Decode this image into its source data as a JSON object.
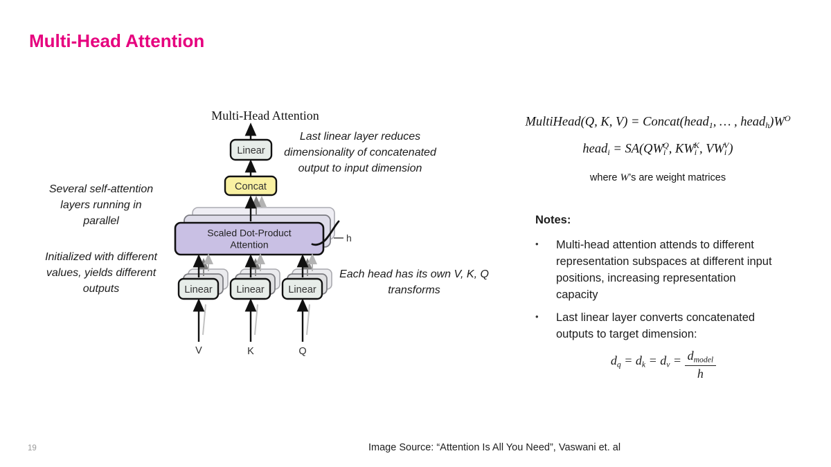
{
  "slide": {
    "title": "Multi-Head Attention",
    "page_number": "19",
    "source": "Image Source: “Attention Is All You Need”, Vaswani et. al"
  },
  "colors": {
    "title_pink": "#e6007e",
    "attention_purple": "#c9c0e4",
    "concat_yellow": "#f9f1a2",
    "linear_box": "#e7ede9"
  },
  "diagram": {
    "title": "Multi-Head Attention",
    "linear_top": "Linear",
    "concat": "Concat",
    "attention_line1": "Scaled Dot-Product",
    "attention_line2": "Attention",
    "h_label": "h",
    "linear_bottom": [
      "Linear",
      "Linear",
      "Linear"
    ],
    "inputs": [
      "V",
      "K",
      "Q"
    ]
  },
  "annotations": {
    "left_top": "Several self-attention layers running in parallel",
    "left_bottom": "Initialized with different values, yields different outputs",
    "top_right": "Last linear layer reduces dimensionality of concatenated output to input dimension",
    "right": "Each head has its own V, K, Q transforms"
  },
  "formulas": {
    "multihead": [
      {
        "t": "MultiHead(Q, K, V) = Concat(head"
      },
      {
        "t": "1",
        "s": "sub"
      },
      {
        "t": ", … , head"
      },
      {
        "t": "h",
        "s": "sub"
      },
      {
        "t": ")W"
      },
      {
        "t": "O",
        "s": "sup"
      }
    ],
    "head": [
      {
        "t": "head"
      },
      {
        "t": "i",
        "s": "sub"
      },
      {
        "t": " = SA(QW"
      },
      {
        "t": "i",
        "s": "sub"
      },
      {
        "t": "Q",
        "s": "sups"
      },
      {
        "t": ", KW"
      },
      {
        "t": "i",
        "s": "sub"
      },
      {
        "t": "K",
        "s": "sups"
      },
      {
        "t": ", VW"
      },
      {
        "t": "i",
        "s": "sub"
      },
      {
        "t": "V",
        "s": "sups"
      },
      {
        "t": ")"
      }
    ],
    "where": [
      {
        "t": "where "
      },
      {
        "t": "W",
        "s": "iser"
      },
      {
        "t": "’s are weight matrices"
      }
    ]
  },
  "notes": {
    "heading": "Notes:",
    "bullet_marker": "•",
    "bullets": [
      "Multi-head attention attends to different representation subspaces at different input positions, increasing representation capacity",
      "Last linear layer converts concatenated outputs to target dimension:"
    ],
    "dim_formula": {
      "lhs": [
        {
          "t": "d"
        },
        {
          "t": "q",
          "s": "sub"
        },
        {
          "t": " = d"
        },
        {
          "t": "k",
          "s": "sub"
        },
        {
          "t": " = d"
        },
        {
          "t": "v",
          "s": "sub"
        },
        {
          "t": " = "
        }
      ],
      "numerator": [
        {
          "t": "d"
        },
        {
          "t": "model",
          "s": "sub"
        }
      ],
      "denominator": "h"
    }
  }
}
